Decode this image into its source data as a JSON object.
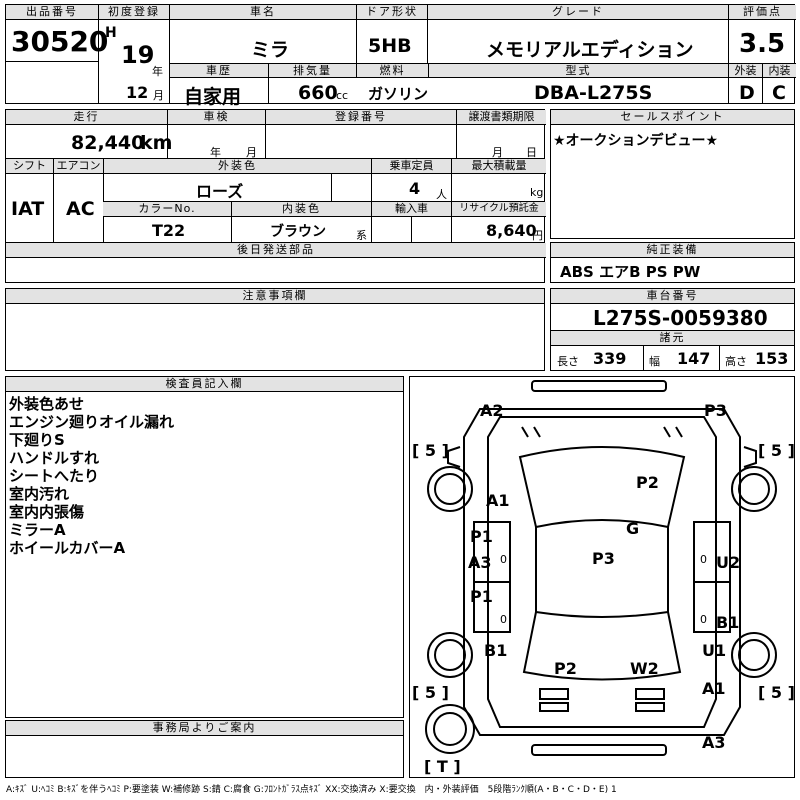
{
  "header": {
    "lot_label": "出品番号",
    "lot_value": "30520",
    "first_reg_label": "初度登録",
    "era": "H",
    "year": "19",
    "year_unit": "年",
    "month": "12",
    "month_unit": "月",
    "car_name_label": "車名",
    "car_name": "ミラ",
    "door_label": "ドア形状",
    "door": "5HB",
    "grade_label": "グレード",
    "grade": "メモリアルエディション",
    "score_label": "評価点",
    "score": "3.5",
    "history_label": "車歴",
    "history": "自家用",
    "displacement_label": "排気量",
    "displacement": "660",
    "displacement_unit": "cc",
    "fuel_label": "燃料",
    "fuel": "ガソリン",
    "model_label": "型式",
    "model": "DBA-L275S",
    "exterior_label": "外装",
    "exterior": "D",
    "interior_label": "内装",
    "interior": "C"
  },
  "row2": {
    "mileage_label": "走行",
    "mileage": "82,440",
    "mileage_unit": "km",
    "inspection_label": "車検",
    "year_unit": "年",
    "month_unit": "月",
    "reg_no_label": "登録番号",
    "transfer_label": "譲渡書類期限",
    "shift_label": "シフト",
    "shift": "IAT",
    "aircon_label": "エアコン",
    "aircon": "AC",
    "ext_color_label": "外装色",
    "ext_color": "ローズ",
    "capacity_label": "乗車定員",
    "capacity": "4",
    "capacity_unit": "人",
    "max_load_label": "最大積載量",
    "max_load_unit": "kg",
    "color_no_label": "カラーNo.",
    "color_no": "T22",
    "int_color_label": "内装色",
    "int_color": "ブラウン",
    "int_color_unit": "系",
    "import_label": "輸入車",
    "recycle_label": "リサイクル預託金",
    "recycle": "8,640",
    "recycle_unit": "円",
    "later_parts_label": "後日発送部品"
  },
  "sales_point": {
    "label": "セールスポイント",
    "text": "★オークションデビュー★"
  },
  "equipment": {
    "label": "純正装備",
    "text": "ABS エアB PS PW"
  },
  "notes": {
    "label": "注意事項欄"
  },
  "chassis": {
    "label": "車台番号",
    "value": "L275S-0059380"
  },
  "specs": {
    "label": "諸元",
    "length_label": "長さ",
    "length": "339",
    "width_label": "幅",
    "width": "147",
    "height_label": "高さ",
    "height": "153"
  },
  "inspector": {
    "label": "検査員記入欄",
    "items": [
      "外装色あせ",
      "エンジン廻りオイル漏れ",
      "下廻りS",
      "ハンドルすれ",
      "シートへたり",
      "室内汚れ",
      "室内内張傷",
      "ミラーA",
      "ホイールカバーA"
    ]
  },
  "office": {
    "label": "事務局よりご案内"
  },
  "diagram": {
    "marks": [
      "A2",
      "P3",
      "A1",
      "P2",
      "P1",
      "G",
      "A3",
      "P3",
      "U2",
      "P1",
      "B1",
      "B1",
      "U1",
      "P2",
      "W2",
      "A1",
      "A3"
    ],
    "tire_left": "[ 5 ]",
    "tire_right": "[ 5 ]",
    "tire_left2": "[ 5 ]",
    "tire_right2": "[ 5 ]",
    "spare": "[ T ]",
    "zero": "0"
  },
  "legend": "A:ｷｽﾞ U:ﾍｺﾐ B:ｷｽﾞを伴うﾍｺﾐ P:要塗装 W:補修跡 S:錆 C:腐食 G:ﾌﾛﾝﾄｶﾞﾗｽ点ｷｽﾞ XX:交換済み X:要交換　内・外装評価　5段階ﾗﾝｸ順(A・B・C・D・E) 1"
}
